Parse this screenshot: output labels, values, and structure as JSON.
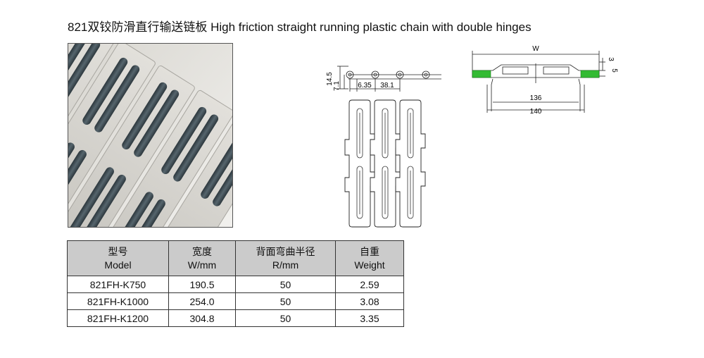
{
  "title": "821双铰防滑直行输送链板  High friction straight running plastic chain with double hinges",
  "side_view": {
    "dim_height": "14.5",
    "dim_center": "7.1",
    "dim_offset": "6.35",
    "dim_pitch": "38.1"
  },
  "cross_section": {
    "dim_width": "W",
    "dim_top": "3",
    "dim_side": "5",
    "dim_inner": "136",
    "dim_outer": "140"
  },
  "colors": {
    "friction_insert": "#33bb33",
    "photo_rubber": "#3c4a52"
  },
  "table": {
    "headers": [
      {
        "cn": "型号",
        "en": "Model"
      },
      {
        "cn": "宽度",
        "en": "W/mm"
      },
      {
        "cn": "背面弯曲半径",
        "en": "R/mm"
      },
      {
        "cn": "自重",
        "en": "Weight"
      }
    ],
    "rows": [
      [
        "821FH-K750",
        "190.5",
        "50",
        "2.59"
      ],
      [
        "821FH-K1000",
        "254.0",
        "50",
        "3.08"
      ],
      [
        "821FH-K1200",
        "304.8",
        "50",
        "3.35"
      ]
    ]
  }
}
